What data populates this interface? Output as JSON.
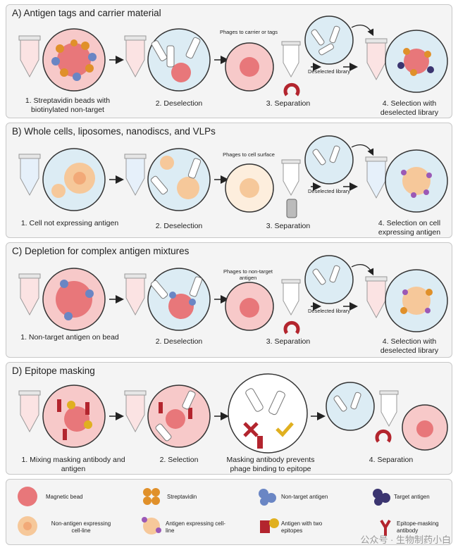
{
  "panels": [
    {
      "title": "A) Antigen tags and carrier material",
      "steps": [
        "1. Streptavidin beads with biotinylated non-target",
        "2. Deselection",
        "3. Separation",
        "4. Selection with deselected library"
      ],
      "note": "Phages to carrier or tags",
      "library": "Deselected library"
    },
    {
      "title": "B) Whole cells, liposomes, nanodiscs, and VLPs",
      "steps": [
        "1. Cell  not expressing antigen",
        "2. Deselection",
        "3. Separation",
        "4. Selection on cell expressing antigen"
      ],
      "note": "Phages to cell surface",
      "library": "Deselected library"
    },
    {
      "title": "C) Depletion for complex antigen mixtures",
      "steps": [
        "1. Non-target antigen on bead",
        "2. Deselection",
        "3. Separation",
        "4. Selection with deselected library"
      ],
      "note": "Phages to non-target antigen",
      "library": "Deselected library"
    },
    {
      "title": "D) Epitope masking",
      "steps": [
        "1. Mixing masking antibody and antigen",
        "2. Selection",
        "Masking antibody prevents phage binding to epitope",
        "4. Separation"
      ]
    }
  ],
  "legend": [
    "Magnetic bead",
    "Streptavidin",
    "Non-target antigen",
    "Target antigen",
    "Non-antigen expressing cell-line",
    "Antigen expressing cell-line",
    "Antigen with two epitopes",
    "Epitope-masking antibody"
  ],
  "watermark": "公众号 · 生物制药小白",
  "colors": {
    "panel_bg": "#f4f4f4",
    "bead": "#e8777a",
    "pink_circle": "#f7c9c9",
    "blue_circle": "#dcecf4",
    "cell": "#f6c89a",
    "streptavidin": "#e0902a",
    "nontarget": "#6a86c4",
    "target": "#3b3570",
    "antigen_two": "#b3252e"
  }
}
